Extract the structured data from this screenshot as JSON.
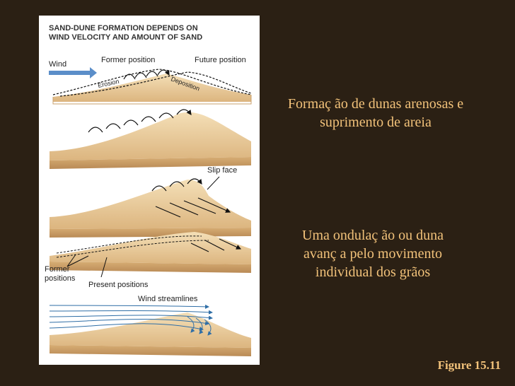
{
  "figure": {
    "heading_line1": "SAND-DUNE FORMATION DEPENDS ON",
    "heading_line2": "WIND VELOCITY AND AMOUNT OF SAND",
    "labels": {
      "wind": "Wind",
      "former_position": "Former position",
      "future_position": "Future position",
      "erosion": "Erosion",
      "deposition": "Deposition",
      "slip_face": "Slip face",
      "former_positions_line1": "Former",
      "former_positions_line2": "positions",
      "present_positions": "Present positions",
      "wind_streamlines": "Wind streamlines"
    },
    "colors": {
      "sand_light": "#f1d9ae",
      "sand_mid": "#ddb680",
      "sand_dark": "#b98a55",
      "wind_arrow": "#5b8ec9",
      "streamline": "#2f6ea6"
    }
  },
  "captions": {
    "caption1": "Formaç ão de dunas arenosas e suprimento de areia",
    "caption2": "Uma ondulaç ão ou duna avanç a pelo movimento individual dos grãos"
  },
  "figure_ref": "Figure 15.11",
  "colors": {
    "background": "#2b2014",
    "caption_text": "#f2c27a"
  }
}
